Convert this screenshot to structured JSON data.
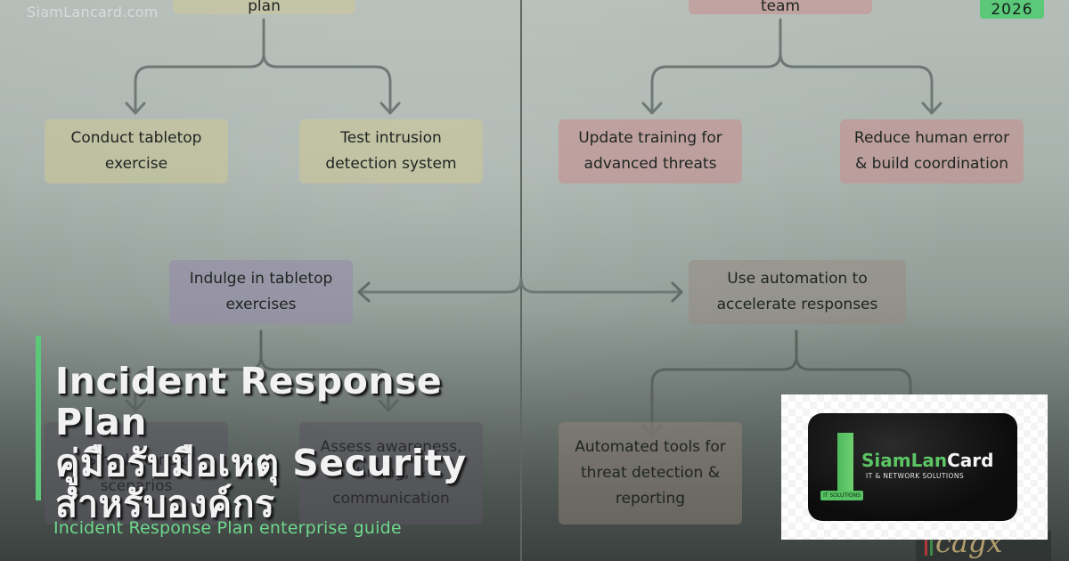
{
  "site_label": "SiamLancard.com",
  "year_badge": "2026",
  "diagram": {
    "top_left_parent": "plan",
    "top_right_parent": "team",
    "nodes": {
      "conduct_tabletop": "Conduct tabletop exercise",
      "test_intrusion": "Test intrusion detection system",
      "update_training": "Update training for advanced threats",
      "reduce_error": "Reduce human error & build coordination",
      "indulge_tabletop": "Indulge in tabletop exercises",
      "use_automation": "Use automation to accelerate responses",
      "simulate_risk": "Simulate risk scenarios",
      "assess_awareness": "Assess awareness, timing, & communication",
      "automated_tools": "Automated tools for threat detection & reporting"
    }
  },
  "headline": {
    "line1": "Incident Response Plan",
    "line2": "คู่มือรับมือเหตุ Security",
    "line3": "สำหรับองค์กร"
  },
  "subtitle": "Incident Response Plan enterprise guide",
  "logo": {
    "name_green": "SiamLan",
    "name_white": "Card",
    "tagline": "IT & NETWORK SOLUTIONS",
    "tag": "IT SOLUTIONS"
  },
  "watermark": "cagx",
  "colors": {
    "accent_green": "#5cc87a"
  }
}
